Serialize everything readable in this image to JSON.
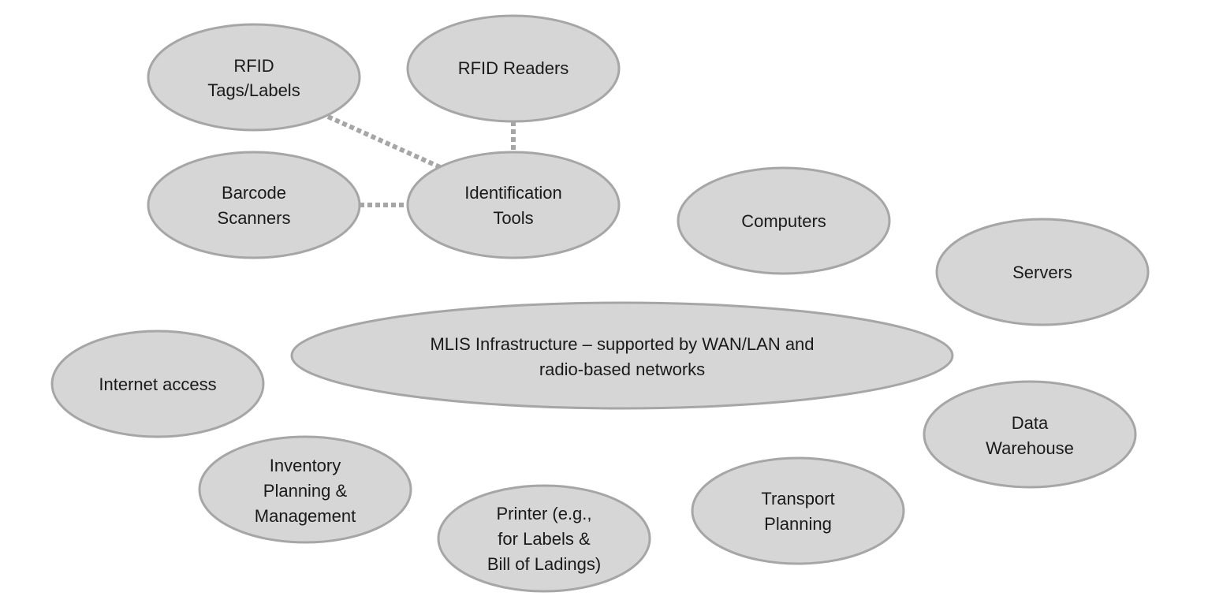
{
  "nodes": {
    "rfid_tags": [
      "RFID",
      "Tags/Labels"
    ],
    "rfid_readers": [
      "RFID Readers"
    ],
    "barcode_scanners": [
      "Barcode",
      "Scanners"
    ],
    "identification_tools": [
      "Identification",
      "Tools"
    ],
    "computers": [
      "Computers"
    ],
    "servers": [
      "Servers"
    ],
    "mlis_infrastructure": [
      "MLIS Infrastructure – supported by WAN/LAN and",
      "radio-based networks"
    ],
    "internet_access": [
      "Internet access"
    ],
    "data_warehouse": [
      "Data",
      "Warehouse"
    ],
    "inventory_planning": [
      "Inventory",
      "Planning &",
      "Management"
    ],
    "printer": [
      "Printer (e.g.,",
      "for Labels &",
      "Bill of Ladings)"
    ],
    "transport_planning": [
      "Transport",
      "Planning"
    ]
  },
  "connections": [
    {
      "from": "rfid_tags",
      "to": "identification_tools"
    },
    {
      "from": "rfid_readers",
      "to": "identification_tools"
    },
    {
      "from": "barcode_scanners",
      "to": "identification_tools"
    }
  ],
  "colors": {
    "node_fill": "#d6d6d6",
    "node_stroke": "#a6a6a6",
    "connector": "#a6a6a6",
    "text": "#1a1a1a"
  }
}
